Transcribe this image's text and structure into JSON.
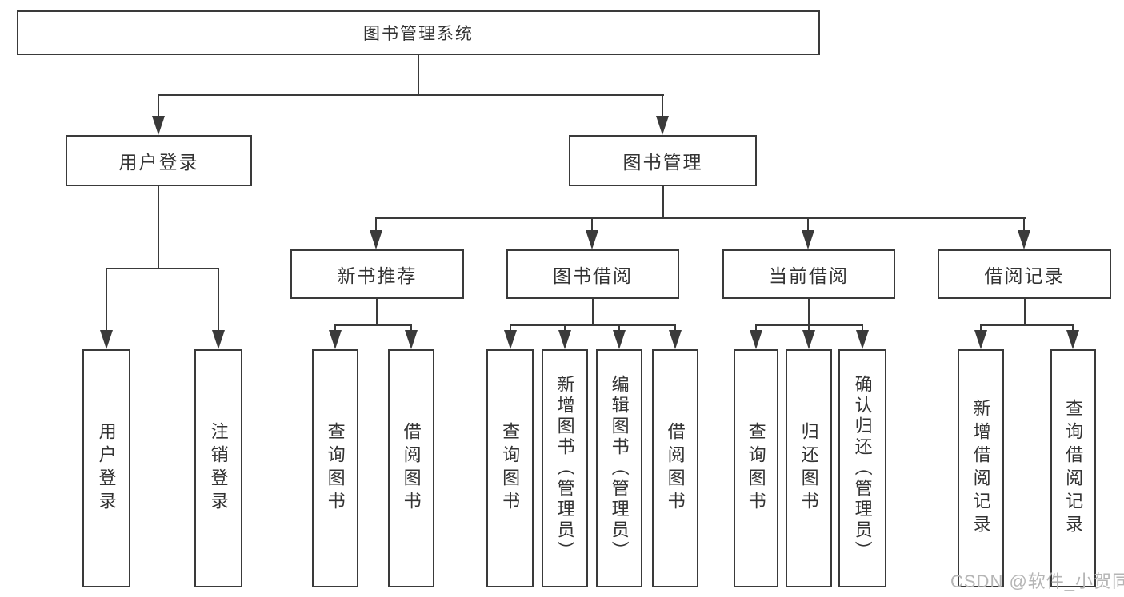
{
  "diagram": {
    "title_note": "functional structure tree",
    "root": {
      "label": "图书管理系统"
    },
    "level2": [
      {
        "label": "用户登录"
      },
      {
        "label": "图书管理"
      }
    ],
    "level3": [
      {
        "label": "新书推荐"
      },
      {
        "label": "图书借阅"
      },
      {
        "label": "当前借阅"
      },
      {
        "label": "借阅记录"
      }
    ],
    "leaves": {
      "user": [
        "用户登录",
        "注销登录"
      ],
      "newbook": [
        "查询图书",
        "借阅图书"
      ],
      "borrow": [
        "查询图书",
        "新增图书（管理员）",
        "编辑图书（管理员）",
        "借阅图书"
      ],
      "current": [
        "查询图书",
        "归还图书",
        "确认归还（管理员）"
      ],
      "records": [
        "新增借阅记录",
        "查询借阅记录"
      ]
    },
    "watermark": "CSDN @软件_小贺同学",
    "colors": {
      "line": "#3a3a3a",
      "text": "#333333",
      "watermark": "#b5b5b5",
      "background": "#ffffff"
    }
  }
}
